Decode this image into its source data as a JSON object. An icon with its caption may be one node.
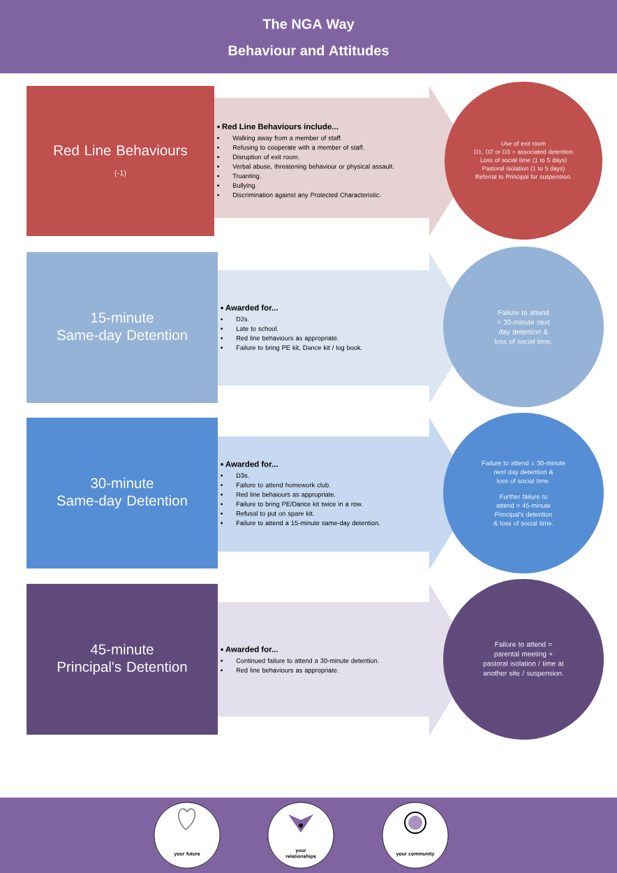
{
  "diagram": {
    "title": "The NGA Way",
    "nodes": [
      {
        "text": [
          "Red Line Behaviours",
          "(-1)"
        ]
      },
      {
        "text": [
          "Red Line Behaviours include...",
          "Walking away from a member of staff.",
          "Refusing to cooperate with a member of staff.",
          "Disruption of exit room.",
          "Verbal abuse, threatening behaviour or physical assault.",
          "Truanting.",
          "Bullying.",
          "Discrimination against any Protected Characteristic."
        ]
      },
      {
        "text": [
          "Use of exit room",
          "D1, D2 or D3 + associated detention",
          "Loss of social time (1 to 5 days)",
          "Pastoral Isolation (1 to 5 days)",
          "Referral to Principal for suspension."
        ]
      },
      {
        "text": [
          "15-minute Same-day Detention"
        ]
      },
      {
        "text": [
          "Awarded for...",
          "D2s.",
          "Late to school.",
          "Red line behaviours as appropriate.",
          "Failure to bring PE kit, Dance kit / log book."
        ]
      },
      {
        "text": [
          "Failure to attend = 30-minute next day detention & loss of social time."
        ]
      },
      {
        "text": [
          "30-minute Same-day Detention"
        ]
      },
      {
        "text": [
          "Awarded for...",
          "D3s.",
          "Failure to attend homework club.",
          "Red line behaiours as appropriate.",
          "Failure to bring PE/Dance kit twice in a row.",
          "Refusal to put on spare kit.",
          "Failure to attend a 15-minute same-day detention."
        ]
      },
      {
        "text": [
          "Failure to attend = 30-minute next day detention & loss of social time.",
          "Further failure to attend = 45-minute Principal’s detention & loss of social time."
        ]
      },
      {
        "text": [
          "45-minute Principal's Detention"
        ]
      },
      {
        "text": [
          "Awarded for...",
          "Continued failure to attend a 30-minute detention.",
          "Red line behaviours as appropriate."
        ]
      },
      {
        "text": [
          "Failure to attend = parental meeting + pastoral isolation / time at another site / suspension."
        ]
      },
      {
        "text": [
          "your future"
        ]
      },
      {
        "text": [
          "your relationships"
        ]
      },
      {
        "text": [
          "your community"
        ]
      }
    ],
    "labels": [
      "Behaviour and Attitudes"
    ]
  }
}
